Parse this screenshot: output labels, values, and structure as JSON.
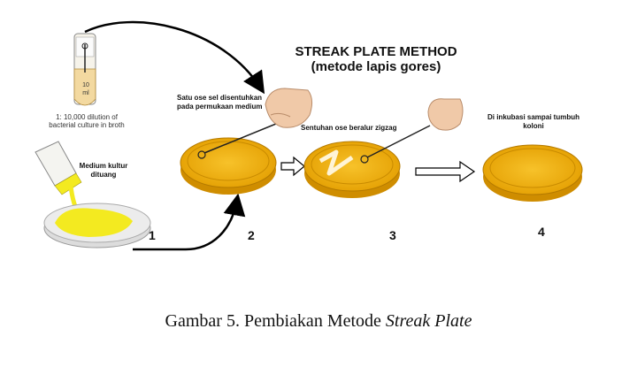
{
  "title_line1": "STREAK PLATE METHOD",
  "title_line2": "(metode lapis gores)",
  "tube_volume": "10",
  "tube_unit": "ml",
  "dilution_label": "1: 10,000 dilution of bacterial culture in broth",
  "pour_label": "Medium kultur dituang",
  "step2_label": "Satu ose sel disentuhkan pada permukaan medium",
  "step3_label": "Sentuhan ose beralur zigzag",
  "step4_label": "Di inkubasi sampai tumbuh koloni",
  "step_numbers": [
    "1",
    "2",
    "3",
    "4"
  ],
  "caption_prefix": "Gambar 5. Pembiakan Metode ",
  "caption_italic": "Streak Plate",
  "colors": {
    "medium": "#f2b20f",
    "medium_dark": "#d99400",
    "pour_yellow": "#f3ea20",
    "dish_glass": "#e9e9e9",
    "arrow": "#000000",
    "skin": "#f0c9a8"
  }
}
